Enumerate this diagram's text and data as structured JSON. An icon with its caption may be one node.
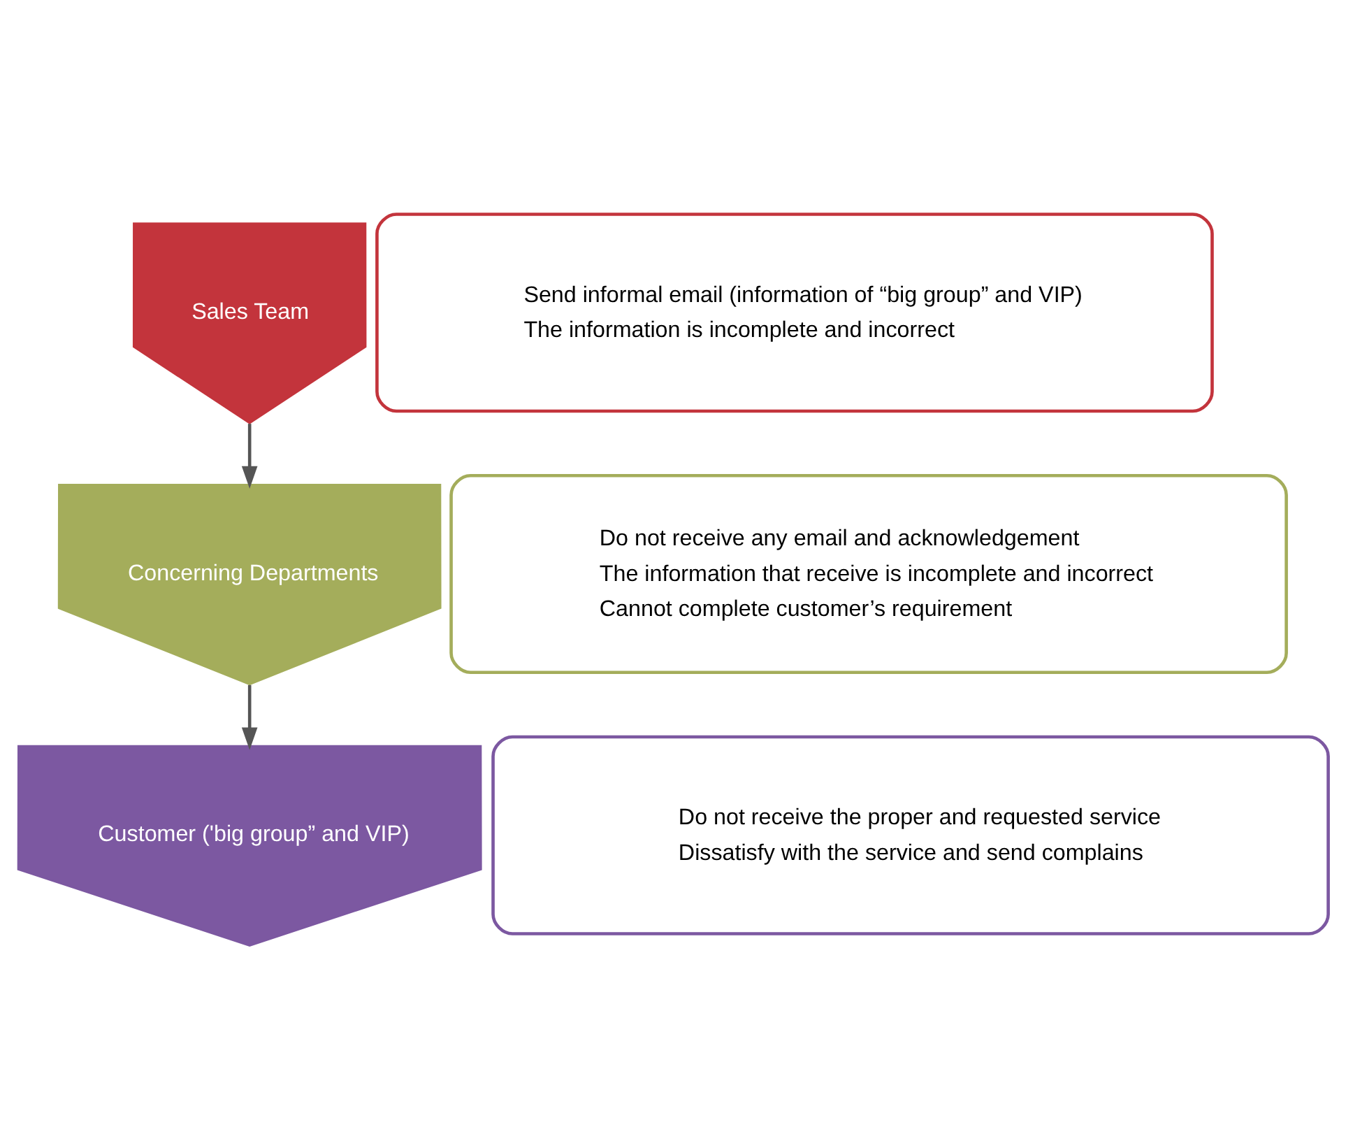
{
  "diagram": {
    "nodes": [
      {
        "text": [
          "Sales Team"
        ]
      },
      {
        "text": [
          "Send informal email (information of “big group” and VIP)",
          "The information is incomplete and incorrect"
        ]
      },
      {
        "text": [
          "Concerning Departments"
        ]
      },
      {
        "text": [
          "Do not receive any email and acknowledgement",
          "The information that receive is incomplete and incorrect",
          "Cannot complete customer’s requirement"
        ]
      },
      {
        "text": [
          "Customer ('big group” and VIP)"
        ]
      },
      {
        "text": [
          "Do not receive the proper and requested service",
          "Dissatisfy with the service and send complains"
        ]
      }
    ],
    "edges": [
      {
        "from": 0,
        "to": 2,
        "arrow": "to"
      },
      {
        "from": 2,
        "to": 4,
        "arrow": "to"
      }
    ]
  }
}
